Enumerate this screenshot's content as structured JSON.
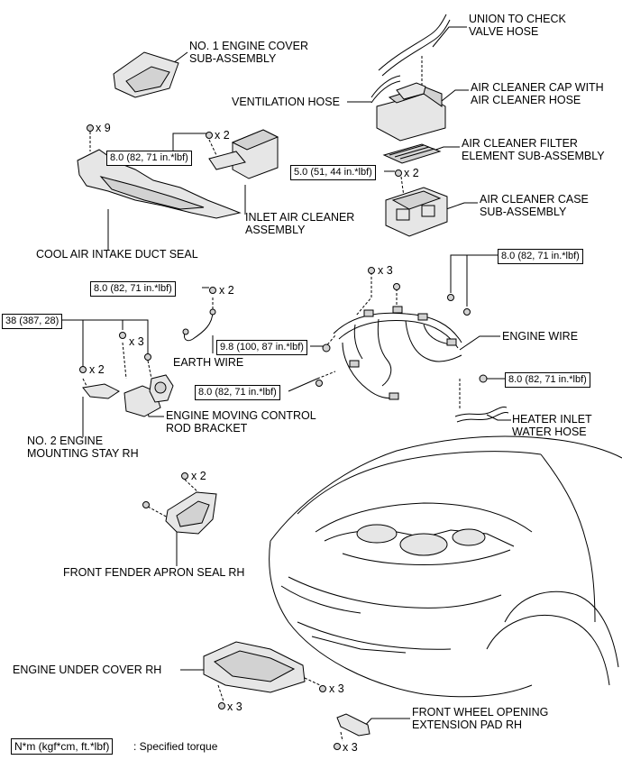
{
  "labels": {
    "union_hose": "UNION TO CHECK\nVALVE HOSE",
    "engine_cover": "NO. 1 ENGINE COVER\nSUB-ASSEMBLY",
    "ventilation_hose": "VENTILATION HOSE",
    "cleaner_cap": "AIR CLEANER CAP WITH\nAIR CLEANER HOSE",
    "filter_element": "AIR CLEANER FILTER\nELEMENT SUB-ASSEMBLY",
    "cleaner_case": "AIR CLEANER CASE\nSUB-ASSEMBLY",
    "inlet_cleaner": "INLET AIR CLEANER\nASSEMBLY",
    "cool_air_seal": "COOL AIR INTAKE DUCT SEAL",
    "engine_wire": "ENGINE WIRE",
    "earth_wire": "EARTH WIRE",
    "moving_control": "ENGINE MOVING CONTROL\nROD BRACKET",
    "mounting_stay": "NO. 2 ENGINE\nMOUNTING STAY RH",
    "heater_hose": "HEATER INLET\nWATER HOSE",
    "apron_seal": "FRONT FENDER APRON SEAL RH",
    "under_cover": "ENGINE UNDER COVER RH",
    "extension_pad": "FRONT WHEEL OPENING\nEXTENSION PAD RH"
  },
  "torques": {
    "t_inlet": "8.0 (82, 71 in.*lbf)",
    "t_case": "5.0 (51, 44 in.*lbf)",
    "t_wire_top": "8.0 (82, 71 in.*lbf)",
    "t_earth": "8.0 (82, 71 in.*lbf)",
    "t_stay": "38 (387, 28)",
    "t_wire_left": "9.8 (100, 87 in.*lbf)",
    "t_wire_right": "8.0 (82, 71 in.*lbf)",
    "t_wire_bottom": "8.0 (82, 71 in.*lbf)"
  },
  "quantities": {
    "q_seal": "x 9",
    "q_inlet": "x 2",
    "q_case": "x 2",
    "q_wire": "x 3",
    "q_earth": "x 2",
    "q_stay_a": "x 3",
    "q_stay_b": "x 2",
    "q_apron": "x 2",
    "q_under_a": "x 3",
    "q_under_b": "x 3",
    "q_pad": "x 3"
  },
  "legend": {
    "unit_box": "N*m (kgf*cm, ft.*lbf)",
    "unit_text": ": Specified torque"
  }
}
